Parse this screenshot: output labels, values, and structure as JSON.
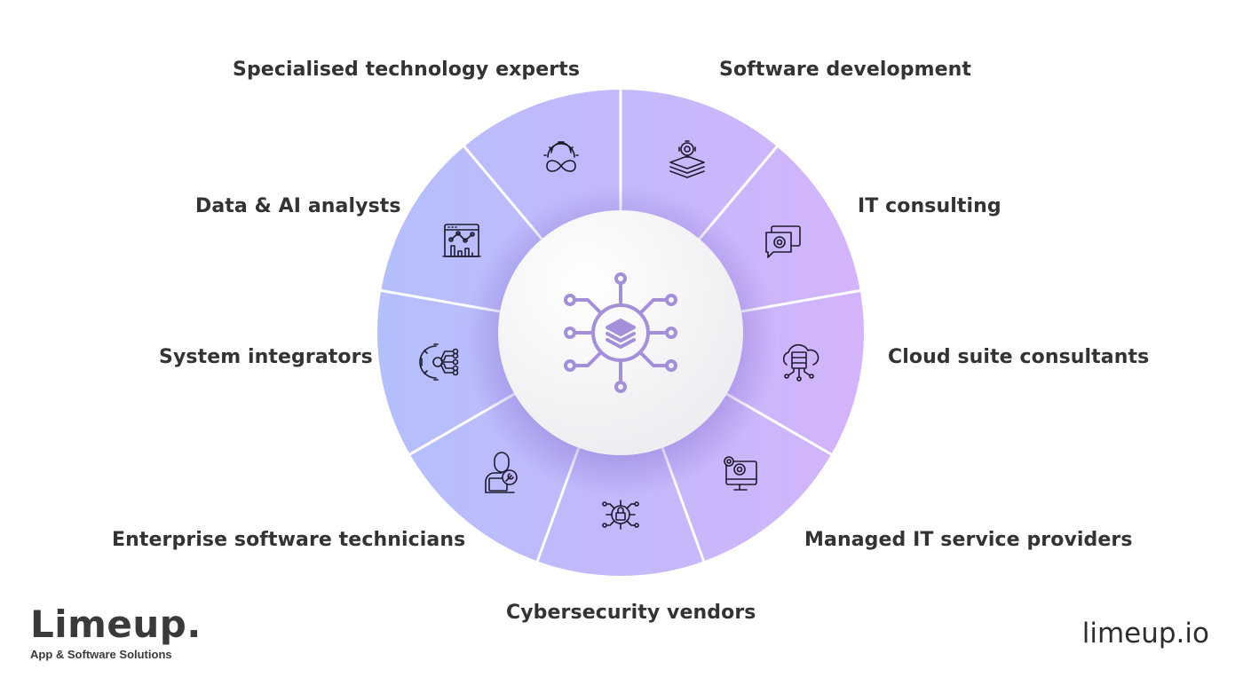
{
  "diagram": {
    "type": "radial-segment-wheel",
    "segment_count": 9,
    "colors": {
      "segment_left": "#b5befc",
      "segment_right": "#d3b5fb",
      "divider": "#ffffff",
      "center_circle": "#f6f6f8",
      "center_icon": "#a48fd9",
      "label_text": "#333333"
    },
    "center": {
      "icon": "network-layers-icon"
    },
    "segments": [
      {
        "label": "Software development",
        "icon": "gear-layers-icon"
      },
      {
        "label": "IT consulting",
        "icon": "chat-gear-icon"
      },
      {
        "label": "Cloud suite consultants",
        "icon": "cloud-server-icon"
      },
      {
        "label": "Managed IT service providers",
        "icon": "monitor-gears-icon"
      },
      {
        "label": "Cybersecurity vendors",
        "icon": "circuit-lock-icon"
      },
      {
        "label": "Enterprise software technicians",
        "icon": "technician-wrench-icon"
      },
      {
        "label": "System integrators",
        "icon": "gear-circuit-icon"
      },
      {
        "label": "Data & AI analysts",
        "icon": "analytics-dashboard-icon"
      },
      {
        "label": "Specialised technology experts",
        "icon": "gear-infinity-icon"
      }
    ]
  },
  "branding": {
    "logo": "Limeup.",
    "tagline": "App & Software Solutions",
    "website": "limeup.io"
  }
}
